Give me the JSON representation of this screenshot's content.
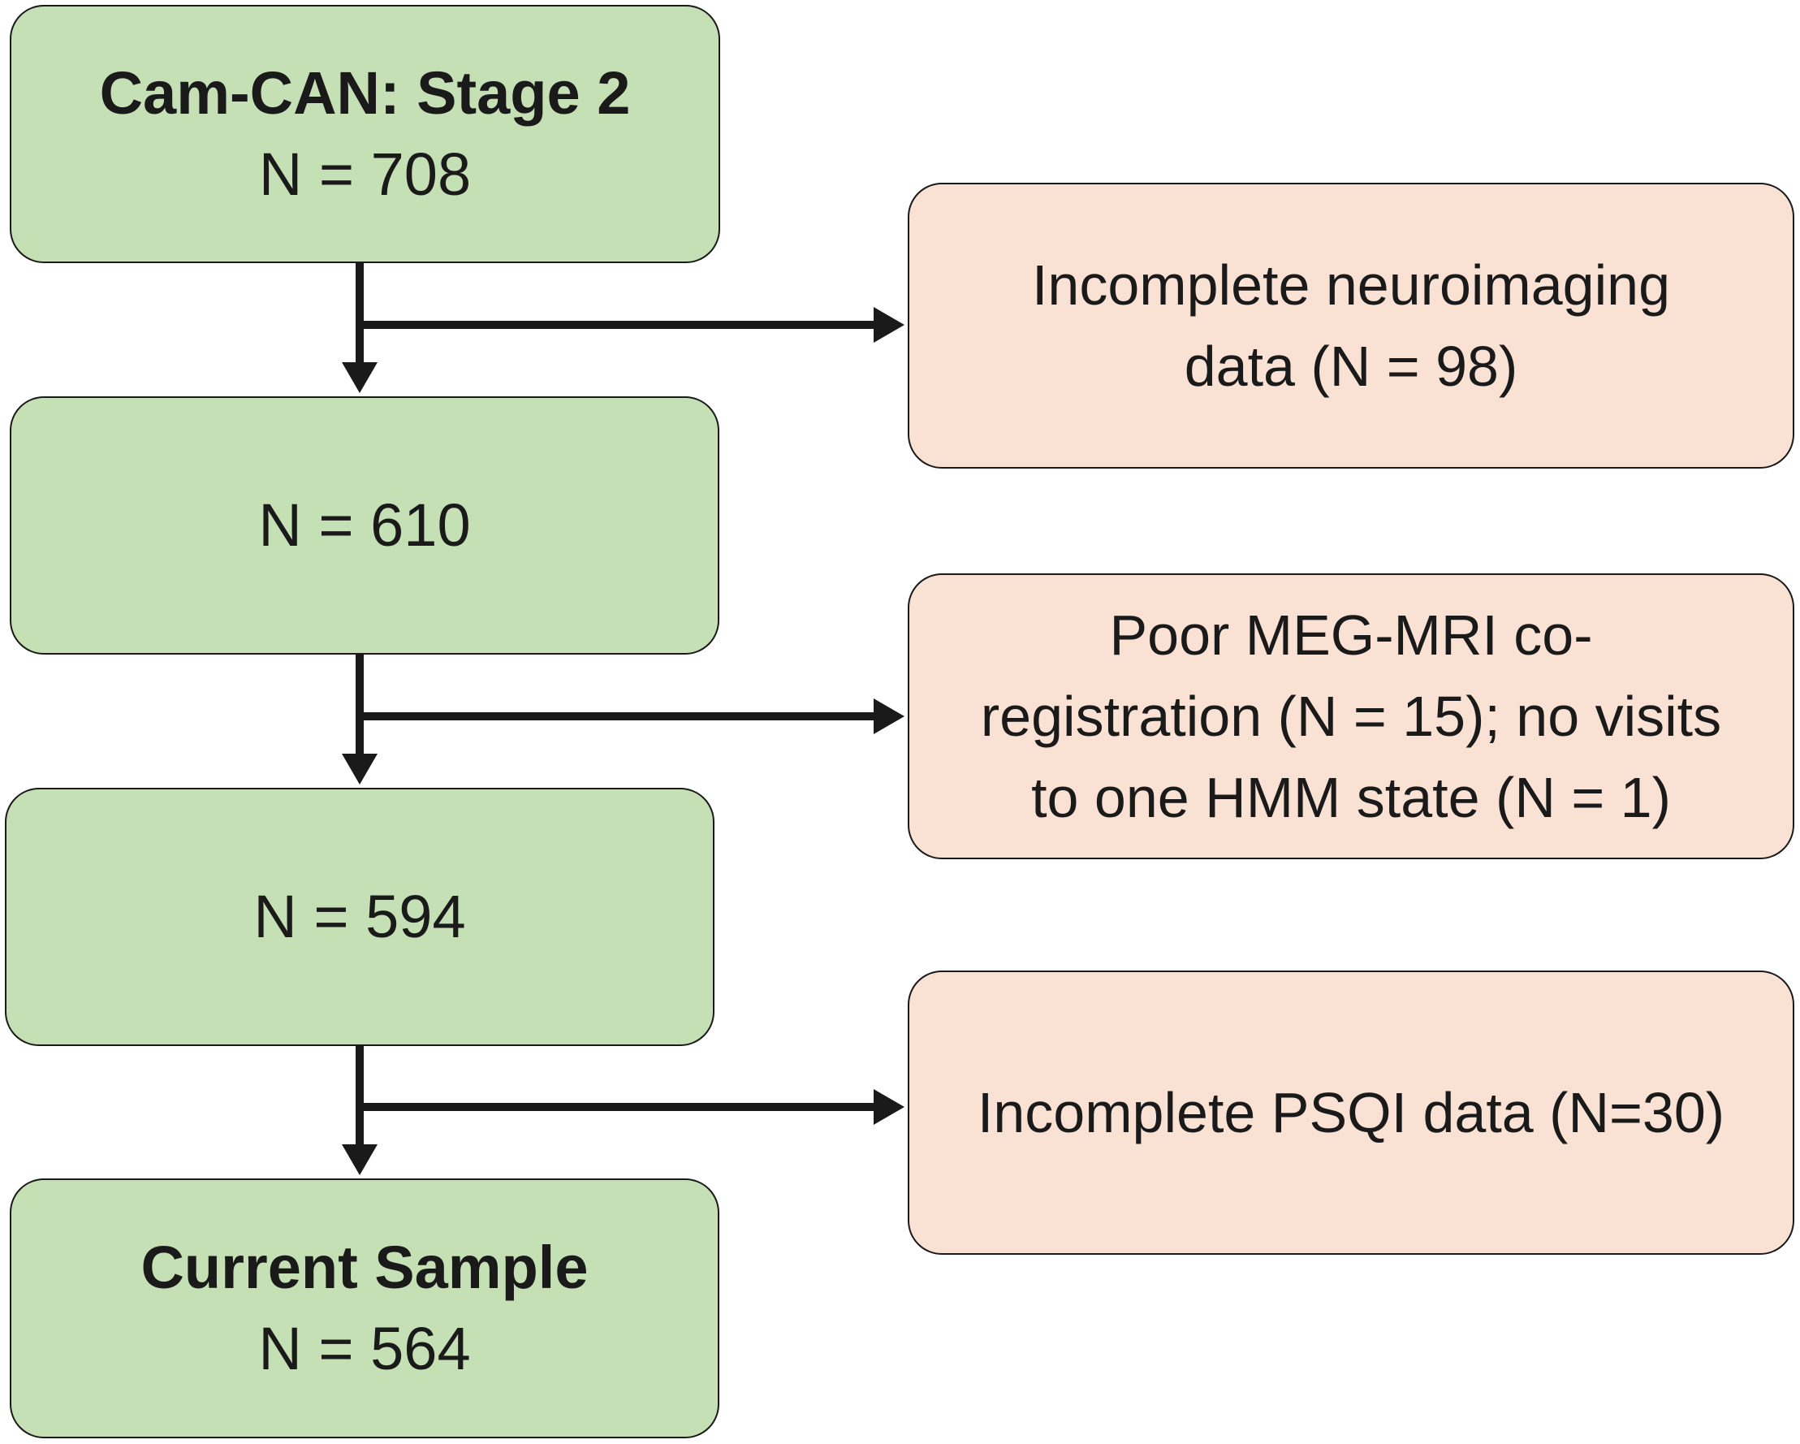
{
  "flowchart": {
    "main_steps": [
      {
        "title": "Cam-CAN: Stage 2",
        "count": "N = 708"
      },
      {
        "title": "",
        "count": "N = 610"
      },
      {
        "title": "",
        "count": "N = 594"
      },
      {
        "title": "Current Sample",
        "count": "N = 564"
      }
    ],
    "exclusions": [
      {
        "lines": [
          "Incomplete neuroimaging",
          "data (N = 98)"
        ]
      },
      {
        "lines": [
          "Poor MEG-MRI co-",
          "registration (N = 15); no visits",
          "to one HMM state (N = 1)"
        ]
      },
      {
        "lines": [
          "Incomplete PSQI data (N=30)"
        ]
      }
    ]
  },
  "colors": {
    "main_box": "#c5e0b4",
    "exclusion_box": "#f9e1d4",
    "stroke": "#1a1a1a"
  }
}
